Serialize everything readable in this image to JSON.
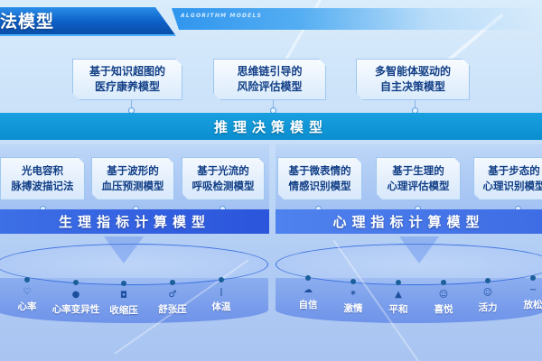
{
  "header": {
    "title": "法模型",
    "subtitle": "ALGORITHM MODELS"
  },
  "reasoning": {
    "band_label": "推理决策模型",
    "cards": [
      {
        "text": "基于知识超图的\n医疗康养模型"
      },
      {
        "text": "思维链引导的\n风险评估模型"
      },
      {
        "text": "多智能体驱动的\n自主决策模型"
      }
    ]
  },
  "physiological": {
    "band_label": "生理指标计算模型",
    "cards": [
      {
        "text": "光电容积\n脉搏波描记法"
      },
      {
        "text": "基于波形的\n血压预测模型"
      },
      {
        "text": "基于光流的\n呼吸检测模型"
      }
    ],
    "metrics": [
      {
        "label": "心率",
        "icon": "heart-rate-icon"
      },
      {
        "label": "心率变异性",
        "icon": "hrv-icon"
      },
      {
        "label": "收缩压",
        "icon": "systolic-icon"
      },
      {
        "label": "舒张压",
        "icon": "diastolic-icon"
      },
      {
        "label": "体温",
        "icon": "thermometer-icon"
      }
    ]
  },
  "psychological": {
    "band_label": "心理指标计算模型",
    "cards": [
      {
        "text": "基于微表情的\n情感识别模型"
      },
      {
        "text": "基于生理的\n心理评估模型"
      },
      {
        "text": "基于步态的\n心理识别模型"
      }
    ],
    "metrics": [
      {
        "label": "自信",
        "icon": "confidence-icon"
      },
      {
        "label": "激情",
        "icon": "passion-icon"
      },
      {
        "label": "平和",
        "icon": "calm-icon"
      },
      {
        "label": "喜悦",
        "icon": "joy-icon"
      },
      {
        "label": "活力",
        "icon": "vitality-icon"
      },
      {
        "label": "放松",
        "icon": "relax-icon"
      }
    ]
  },
  "colors": {
    "reasoning_band": "#0a8ed0",
    "physio_band": "#2b55dc",
    "psych_band": "#3e6ce4",
    "card_text": "#123f86",
    "header": "#0d5fc6"
  }
}
